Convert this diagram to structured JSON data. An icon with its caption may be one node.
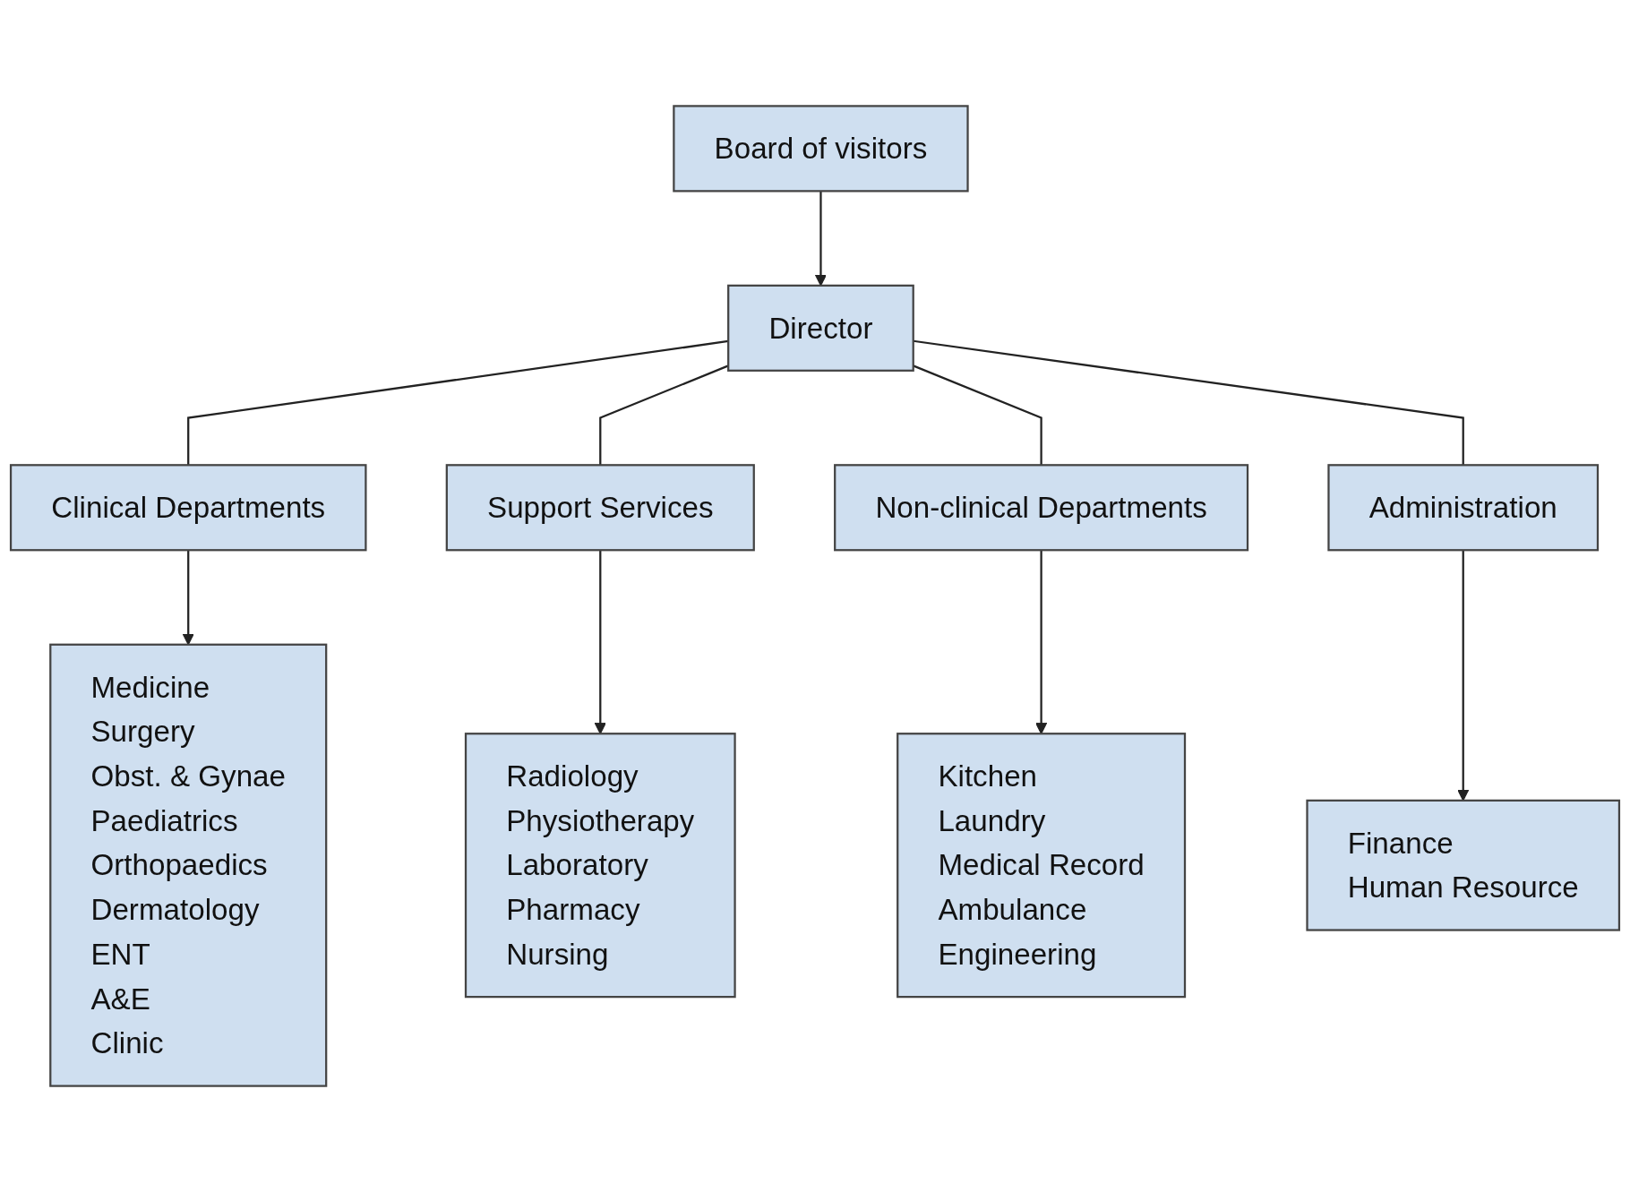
{
  "diagram": {
    "nodes": [
      {
        "text": [
          "Director"
        ]
      },
      {
        "text": [
          "Board of visitors"
        ]
      },
      {
        "text": [
          "Clinical Departments"
        ]
      },
      {
        "text": [
          "Support Services"
        ]
      },
      {
        "text": [
          "Non-clinical Departments"
        ]
      },
      {
        "text": [
          "Administration"
        ]
      },
      {
        "text": [
          "Medicine",
          "Surgery",
          "Obst. & Gynae",
          "Paediatrics",
          "Orthopaedics",
          "Dermatology",
          "ENT",
          "A&E",
          "Clinic"
        ]
      },
      {
        "text": [
          "Radiology",
          "Physiotherapy",
          "Laboratory",
          "Pharmacy",
          "Nursing"
        ]
      },
      {
        "text": [
          "Kitchen",
          "Laundry",
          "Medical Record",
          "Ambulance",
          "Engineering"
        ]
      },
      {
        "text": [
          "Finance",
          "Human Resource"
        ]
      }
    ],
    "edges": [
      {
        "from": 1,
        "to": 0,
        "arrow": "to"
      },
      {
        "from": 0,
        "to": 2,
        "arrow": "none"
      },
      {
        "from": 0,
        "to": 3,
        "arrow": "none"
      },
      {
        "from": 0,
        "to": 4,
        "arrow": "none"
      },
      {
        "from": 0,
        "to": 5,
        "arrow": "none"
      },
      {
        "from": 2,
        "to": 6,
        "arrow": "to"
      },
      {
        "from": 3,
        "to": 7,
        "arrow": "to"
      },
      {
        "from": 4,
        "to": 8,
        "arrow": "to"
      },
      {
        "from": 5,
        "to": 9,
        "arrow": "to"
      }
    ]
  }
}
